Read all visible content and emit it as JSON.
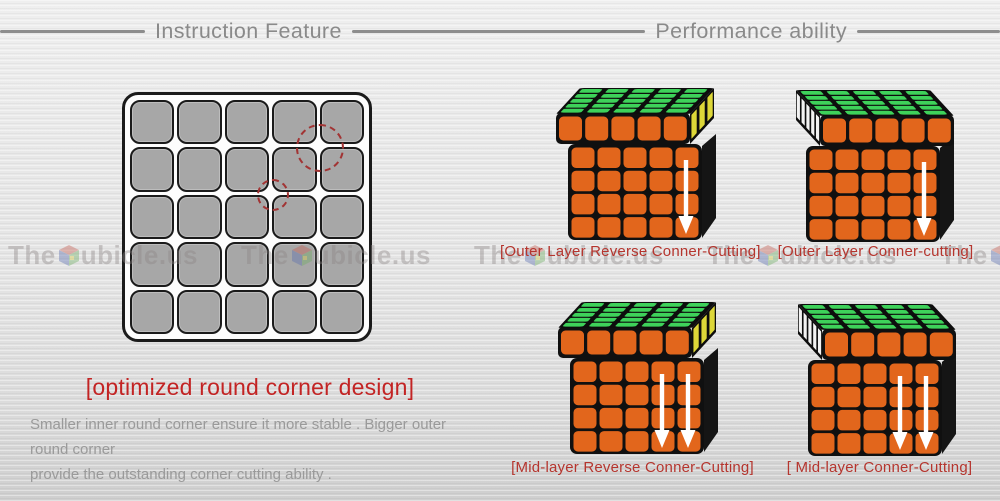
{
  "left_panel": {
    "header": "Instruction Feature",
    "title": "[optimized round corner design]",
    "description_line1": "Smaller inner round corner ensure it more stable . Bigger outer round corner",
    "description_line2": "provide the outstanding corner cutting ability .",
    "diagram": {
      "rows": 5,
      "cols": 5,
      "highlights": [
        {
          "col": 4,
          "row": 1,
          "radius": 22,
          "label": "bigger-outer-round-corner"
        },
        {
          "col": 3,
          "row": 2,
          "radius": 14,
          "label": "smaller-inner-round-corner"
        }
      ]
    }
  },
  "right_panel": {
    "header": "Performance ability",
    "panels": [
      {
        "caption": "[Outer  Layer Reverse Conner-Cutting]",
        "overhang": "right",
        "arrows": 1,
        "side_color": "#ddd738",
        "side_stickers": 3
      },
      {
        "caption": "[Outer Layer Conner-cutting]",
        "overhang": "left",
        "arrows": 1,
        "side_color": "#f2f2f2",
        "side_stickers": 5
      },
      {
        "caption": "[Mid-layer Reverse Conner-Cutting]",
        "overhang": "right",
        "arrows": 2,
        "side_color": "#ddd738",
        "side_stickers": 3
      },
      {
        "caption": "[ Mid-layer Conner-Cutting]",
        "overhang": "left",
        "arrows": 2,
        "side_color": "#f2f2f2",
        "side_stickers": 5
      }
    ]
  },
  "watermark": {
    "prefix": "The",
    "suffix": "ubicle.us",
    "count": 5
  },
  "colors": {
    "title_red": "#c32424",
    "caption_red": "#b5352e",
    "sticker_orange": "#e2661c",
    "sticker_green": "#3ed25a",
    "cube_black": "#101010",
    "cell_gray": "#a7a7a7",
    "line_gray": "#8d8d8d",
    "arrow_white": "#ffffff"
  }
}
